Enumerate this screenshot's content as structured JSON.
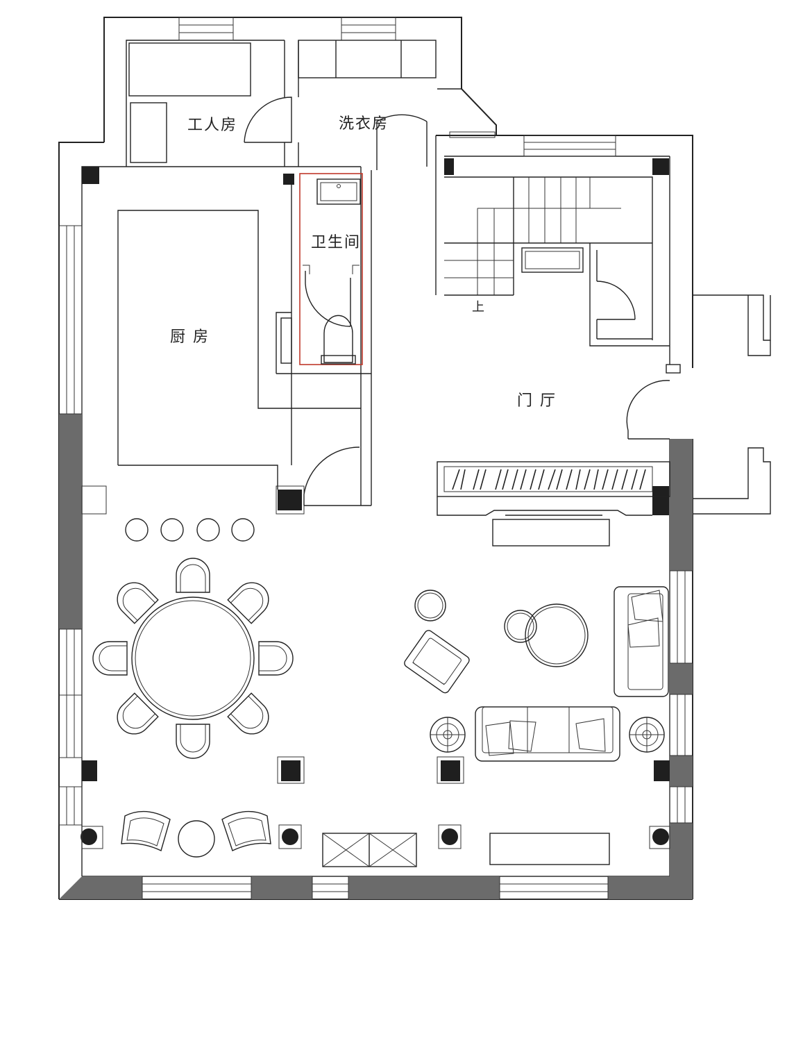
{
  "plan": {
    "rooms": {
      "worker_room": "工人房",
      "laundry": "洗衣房",
      "bathroom": "卫生间",
      "kitchen": "厨 房",
      "foyer": "门 厅"
    },
    "stair_up_mark": "上"
  },
  "colors": {
    "line": "#222222",
    "wall_fill": "#6b6b6b",
    "column": "#1f1f1f",
    "bathroom_outline": "#c0392b",
    "background": "#ffffff"
  }
}
